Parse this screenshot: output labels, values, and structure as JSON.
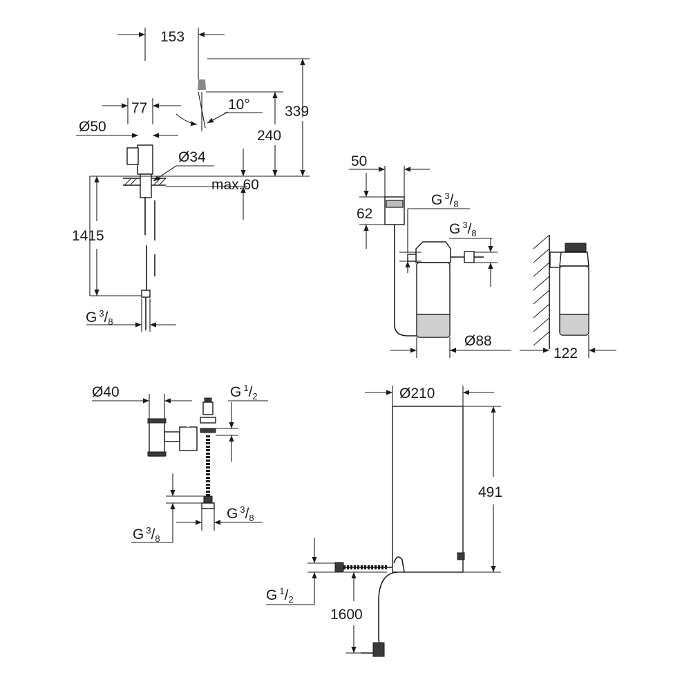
{
  "faucet": {
    "spout_reach": "153",
    "outlet_spacing": "77",
    "spout_angle": "10°",
    "body_diameter": "Ø50",
    "total_height": "339",
    "outlet_height": "240",
    "mount_diameter": "Ø34",
    "max_deck": "max.60",
    "hose_length": "1415",
    "connection": {
      "g": "G",
      "num": "3",
      "den": "8"
    }
  },
  "filter_unit": {
    "width": "50",
    "height": "62",
    "inlet": {
      "g": "G",
      "num": "3",
      "den": "8"
    },
    "outlet": {
      "g": "G",
      "num": "3",
      "den": "8"
    },
    "diameter": "Ø88",
    "wall_distance": "122"
  },
  "valve": {
    "diameter": "Ø40",
    "top_connection": {
      "g": "G",
      "num": "1",
      "den": "2"
    },
    "right_connection": {
      "g": "G",
      "num": "3",
      "den": "8"
    },
    "left_connection": {
      "g": "G",
      "num": "3",
      "den": "8"
    }
  },
  "chiller": {
    "diameter": "Ø210",
    "height": "491",
    "connection": {
      "g": "G",
      "num": "1",
      "den": "2"
    },
    "cable_length": "1600"
  }
}
